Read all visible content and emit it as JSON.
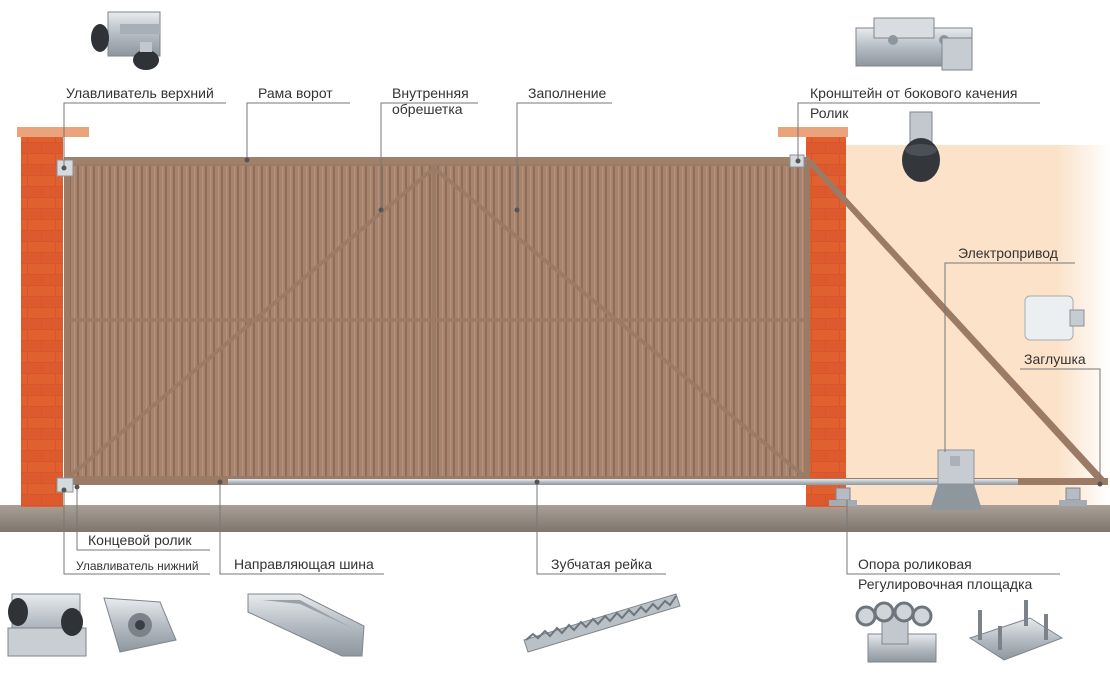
{
  "labels": {
    "upper_catcher": "Улавливатель верхний",
    "gate_frame": "Рама ворот",
    "inner_lathing": "Внутренняя обрешетка",
    "filling": "Заполнение",
    "side_roll_bracket": "Кронштейн от бокового качения",
    "roller": "Ролик",
    "electric_drive": "Электропривод",
    "end_cap": "Заглушка",
    "end_roller": "Концевой ролик",
    "lower_catcher": "Улавливатель нижний",
    "guide_rail": "Направляющая шина",
    "gear_rack": "Зубчатая рейка",
    "roller_support": "Опора роликовая",
    "adjustment_platform": "Регулировочная площадка"
  },
  "colors": {
    "brick": "#d9542b",
    "brick_cap": "#e9a27a",
    "gate_panel": "#a7836d",
    "frame": "#9b7a66",
    "ground": "#8d8278",
    "ground_top": "#b0a79e",
    "background_zone": "#fbe2c9",
    "leader_line": "#777777",
    "metal": "#c8cdd2"
  }
}
